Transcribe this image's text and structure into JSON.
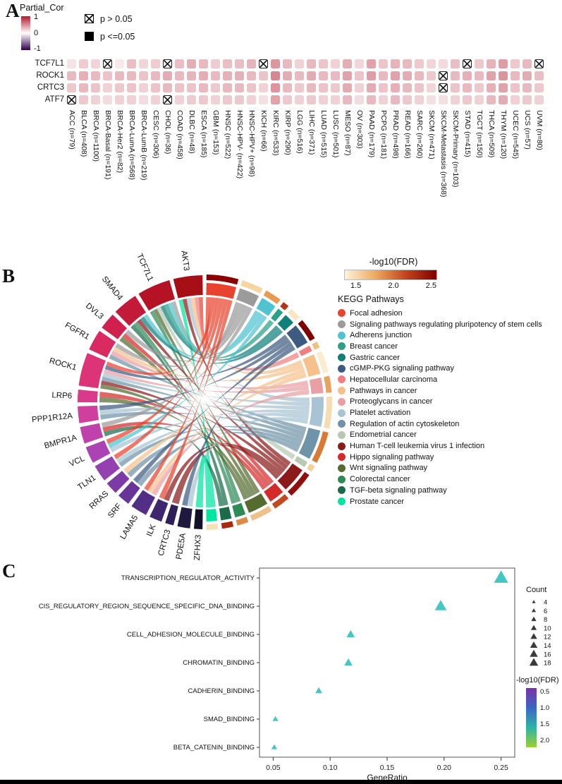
{
  "figure": {
    "panel_a": "A",
    "panel_b": "B",
    "panel_c": "C"
  },
  "chart_data": [
    {
      "id": "partial-correlation-heatmap",
      "type": "heatmap",
      "legend": {
        "title": "Partial_Cor",
        "ticks": [
          "1",
          "0",
          "-1"
        ],
        "gradient": [
          "#b2182b",
          "#ffffff",
          "#2d004b"
        ],
        "significance": [
          {
            "label": "p > 0.05",
            "marker": "crossed"
          },
          {
            "label": "p <=0.05",
            "marker": "solid"
          }
        ]
      },
      "rows": [
        "TCF7L1",
        "ROCK1",
        "CRTC3",
        "ATF7"
      ],
      "categories": [
        "ACC (n=79)",
        "BLCA (n=408)",
        "BRCA (n=1100)",
        "BRCA-Basal (n=191)",
        "BRCA-Her2 (n=82)",
        "BRCA-LumA (n=568)",
        "BRCA-LumB (n=219)",
        "CESC (n=306)",
        "CHOL (n=36)",
        "COAD (n=458)",
        "DLBC (n=48)",
        "ESCA (n=185)",
        "GBM (n=153)",
        "HNSC (n=522)",
        "HNSC-HPV- (n=422)",
        "HNSC-HPV+ (n=98)",
        "KICH (n=66)",
        "KIRC (n=533)",
        "KIRP (n=290)",
        "LGG (n=516)",
        "LIHC (n=371)",
        "LUAD (n=515)",
        "LUSC (n=501)",
        "MESO (n=87)",
        "OV (n=303)",
        "PAAD (n=179)",
        "PCPG (n=181)",
        "PRAD (n=498)",
        "READ (n=166)",
        "SARC (n=260)",
        "SKCM (n=471)",
        "SKCM-Metastasis (n=368)",
        "SKCM-Primary (n=103)",
        "STAD (n=415)",
        "TGCT (n=150)",
        "THCA (n=509)",
        "THYM (n=120)",
        "UCEC (n=545)",
        "UCS (n=57)",
        "UVM (n=80)"
      ],
      "values": [
        [
          0.12,
          0.22,
          0.18,
          0.06,
          0.1,
          0.28,
          0.18,
          0.22,
          0.05,
          0.28,
          0.35,
          0.3,
          0.22,
          0.28,
          0.28,
          0.32,
          0.06,
          0.45,
          0.3,
          0.2,
          0.3,
          0.25,
          0.2,
          0.35,
          0.18,
          0.4,
          0.25,
          0.33,
          0.3,
          0.24,
          0.18,
          0.16,
          0.28,
          0.06,
          0.24,
          0.33,
          0.42,
          0.24,
          0.3,
          0.08
        ],
        [
          0.3,
          0.34,
          0.3,
          0.26,
          0.3,
          0.3,
          0.26,
          0.3,
          0.36,
          0.3,
          0.32,
          0.35,
          0.3,
          0.34,
          0.34,
          0.3,
          0.26,
          0.52,
          0.36,
          0.3,
          0.36,
          0.3,
          0.3,
          0.4,
          0.26,
          0.42,
          0.3,
          0.4,
          0.36,
          0.3,
          0.24,
          0.1,
          0.3,
          0.34,
          0.3,
          0.4,
          0.46,
          0.3,
          0.36,
          0.28
        ],
        [
          0.24,
          0.3,
          0.26,
          0.2,
          0.24,
          0.26,
          0.2,
          0.26,
          0.3,
          0.26,
          0.26,
          0.3,
          0.24,
          0.3,
          0.3,
          0.26,
          0.2,
          0.46,
          0.3,
          0.24,
          0.3,
          0.26,
          0.24,
          0.36,
          0.2,
          0.36,
          0.26,
          0.34,
          0.3,
          0.26,
          0.18,
          0.1,
          0.26,
          0.3,
          0.24,
          0.34,
          0.4,
          0.26,
          0.3,
          0.24
        ],
        [
          0.06,
          0.24,
          0.2,
          0.15,
          0.2,
          0.2,
          0.15,
          0.2,
          0.05,
          0.2,
          0.22,
          0.24,
          0.2,
          0.24,
          0.24,
          0.2,
          0.14,
          0.4,
          0.24,
          0.2,
          0.24,
          0.2,
          0.2,
          0.3,
          0.15,
          0.3,
          0.2,
          0.3,
          0.24,
          0.2,
          0.14,
          0.14,
          0.2,
          0.24,
          0.2,
          0.3,
          0.36,
          0.2,
          0.24,
          0.2
        ]
      ],
      "not_significant": [
        [
          3,
          8,
          16,
          33,
          39
        ],
        [
          31
        ],
        [
          31
        ],
        [
          0,
          8
        ]
      ]
    },
    {
      "id": "kegg-chord-diagram",
      "type": "chord",
      "genes": [
        "AKT3",
        "TCF7L1",
        "SMAD4",
        "DVL3",
        "FGFR1",
        "ROCK1",
        "LRP6",
        "PPP1R12A",
        "BMPR1A",
        "VCL",
        "TLN1",
        "RRAS",
        "SRF",
        "LAMA5",
        "ILK",
        "CRTC3",
        "PDE5A",
        "ZFHX3"
      ],
      "gene_colors": [
        "#a50f15",
        "#b51226",
        "#c41a3a",
        "#d0214e",
        "#d92a62",
        "#dd3377",
        "#d93a8c",
        "#cf3f9e",
        "#bf42ac",
        "#ab43b4",
        "#9440b0",
        "#7d3ba6",
        "#673597",
        "#522e85",
        "#3f276f",
        "#2e2057",
        "#1f183f",
        "#120f28"
      ],
      "fdr_legend": {
        "title": "-log10(FDR)",
        "ticks": [
          "1.5",
          "2.0",
          "2.5"
        ],
        "gradient": [
          "#fdf3dc",
          "#eda95f",
          "#c1441e",
          "#7f0000"
        ]
      },
      "pathway_legend_title": "KEGG Pathways",
      "pathways": [
        {
          "name": "Focal adhesion",
          "color": "#e8432e"
        },
        {
          "name": "Signaling pathways regulating pluripotency of stem cells",
          "color": "#9b9b9b"
        },
        {
          "name": "Adherens junction",
          "color": "#4fc3d0"
        },
        {
          "name": "Breast cancer",
          "color": "#2aa187"
        },
        {
          "name": "Gastric cancer",
          "color": "#0f7f7a"
        },
        {
          "name": "cGMP-PKG signaling pathway",
          "color": "#3d5a80"
        },
        {
          "name": "Hepatocellular carcinoma",
          "color": "#f08080"
        },
        {
          "name": "Pathways in cancer",
          "color": "#f5c08c"
        },
        {
          "name": "Proteoglycans in cancer",
          "color": "#e9a0a5"
        },
        {
          "name": "Platelet activation",
          "color": "#a8c4d4"
        },
        {
          "name": "Regulation of actin cytoskeleton",
          "color": "#6f93a8"
        },
        {
          "name": "Endometrial cancer",
          "color": "#b7c9b1"
        },
        {
          "name": "Human T-cell leukemia virus 1 infection",
          "color": "#8b1a1a"
        },
        {
          "name": "Hippo signaling pathway",
          "color": "#d42a2a"
        },
        {
          "name": "Wnt signaling pathway",
          "color": "#556b2f"
        },
        {
          "name": "Colorectal cancer",
          "color": "#2e8b57"
        },
        {
          "name": "TGF-beta signaling pathway",
          "color": "#1b6b4a"
        },
        {
          "name": "Prostate cancer",
          "color": "#00e5a0"
        }
      ],
      "ring_fdr_colors": [
        "#8b0000",
        "#f3d6a0",
        "#e89a52",
        "#b33414",
        "#f7e7c3",
        "#7f0000",
        "#f0c083",
        "#fbeccd",
        "#e8a45e",
        "#f5ddb0",
        "#d97b35",
        "#f3d09a",
        "#8f0f0f",
        "#c24a1e",
        "#efc089",
        "#dd8a42",
        "#aa2810",
        "#f6e2b8"
      ],
      "links": [
        [
          0,
          0
        ],
        [
          0,
          6
        ],
        [
          0,
          7
        ],
        [
          0,
          9
        ],
        [
          0,
          12
        ],
        [
          0,
          17
        ],
        [
          1,
          1
        ],
        [
          1,
          2
        ],
        [
          1,
          3
        ],
        [
          1,
          4
        ],
        [
          1,
          11
        ],
        [
          1,
          14
        ],
        [
          1,
          15
        ],
        [
          2,
          2
        ],
        [
          2,
          4
        ],
        [
          2,
          12
        ],
        [
          2,
          15
        ],
        [
          2,
          16
        ],
        [
          3,
          1
        ],
        [
          3,
          13
        ],
        [
          3,
          14
        ],
        [
          4,
          1
        ],
        [
          4,
          7
        ],
        [
          4,
          8
        ],
        [
          4,
          10
        ],
        [
          5,
          0
        ],
        [
          5,
          5
        ],
        [
          5,
          8
        ],
        [
          5,
          9
        ],
        [
          5,
          10
        ],
        [
          5,
          12
        ],
        [
          5,
          14
        ],
        [
          6,
          13
        ],
        [
          6,
          14
        ],
        [
          7,
          5
        ],
        [
          7,
          9
        ],
        [
          7,
          10
        ],
        [
          8,
          1
        ],
        [
          8,
          13
        ],
        [
          8,
          16
        ],
        [
          9,
          0
        ],
        [
          9,
          2
        ],
        [
          9,
          9
        ],
        [
          10,
          0
        ],
        [
          10,
          9
        ],
        [
          10,
          10
        ],
        [
          11,
          7
        ],
        [
          11,
          10
        ],
        [
          12,
          5
        ],
        [
          12,
          10
        ],
        [
          13,
          0
        ],
        [
          13,
          7
        ],
        [
          13,
          8
        ],
        [
          14,
          0
        ],
        [
          14,
          12
        ],
        [
          15,
          12
        ],
        [
          16,
          5
        ],
        [
          16,
          9
        ],
        [
          17,
          17
        ]
      ]
    },
    {
      "id": "go-term-dotplot",
      "type": "scatter",
      "xlabel": "GeneRatio",
      "xticks": [
        "0.05",
        "0.10",
        "0.15",
        "0.20",
        "0.25"
      ],
      "xlim": [
        0.038,
        0.262
      ],
      "marker_color": "#45c6c2",
      "terms": [
        {
          "name": "TRANSCRIPTION_REGULATOR_ACTIVITY",
          "gene_ratio": 0.25,
          "count": 18,
          "fdr": 1.6
        },
        {
          "name": "CIS_REGULATORY_REGION_SEQUENCE_SPECIFIC_DNA_BINDING",
          "gene_ratio": 0.197,
          "count": 14,
          "fdr": 1.6
        },
        {
          "name": "CELL_ADHESION_MOLECULE_BINDING",
          "gene_ratio": 0.118,
          "count": 8,
          "fdr": 1.6
        },
        {
          "name": "CHROMATIN_BINDING",
          "gene_ratio": 0.116,
          "count": 8,
          "fdr": 1.6
        },
        {
          "name": "CADHERIN_BINDING",
          "gene_ratio": 0.09,
          "count": 6,
          "fdr": 1.6
        },
        {
          "name": "SMAD_BINDING",
          "gene_ratio": 0.052,
          "count": 4,
          "fdr": 1.6
        },
        {
          "name": "BETA_CATENIN_BINDING",
          "gene_ratio": 0.051,
          "count": 4,
          "fdr": 1.6
        }
      ],
      "count_legend": {
        "title": "Count",
        "values": [
          4,
          6,
          8,
          10,
          12,
          14,
          16,
          18
        ]
      },
      "fdr_legend": {
        "title": "-log10(FDR)",
        "ticks": [
          "0.5",
          "1.0",
          "1.5",
          "2.0"
        ],
        "gradient": [
          "#7b32a8",
          "#3a66c4",
          "#2fb3a6",
          "#9ccf33"
        ]
      }
    }
  ]
}
